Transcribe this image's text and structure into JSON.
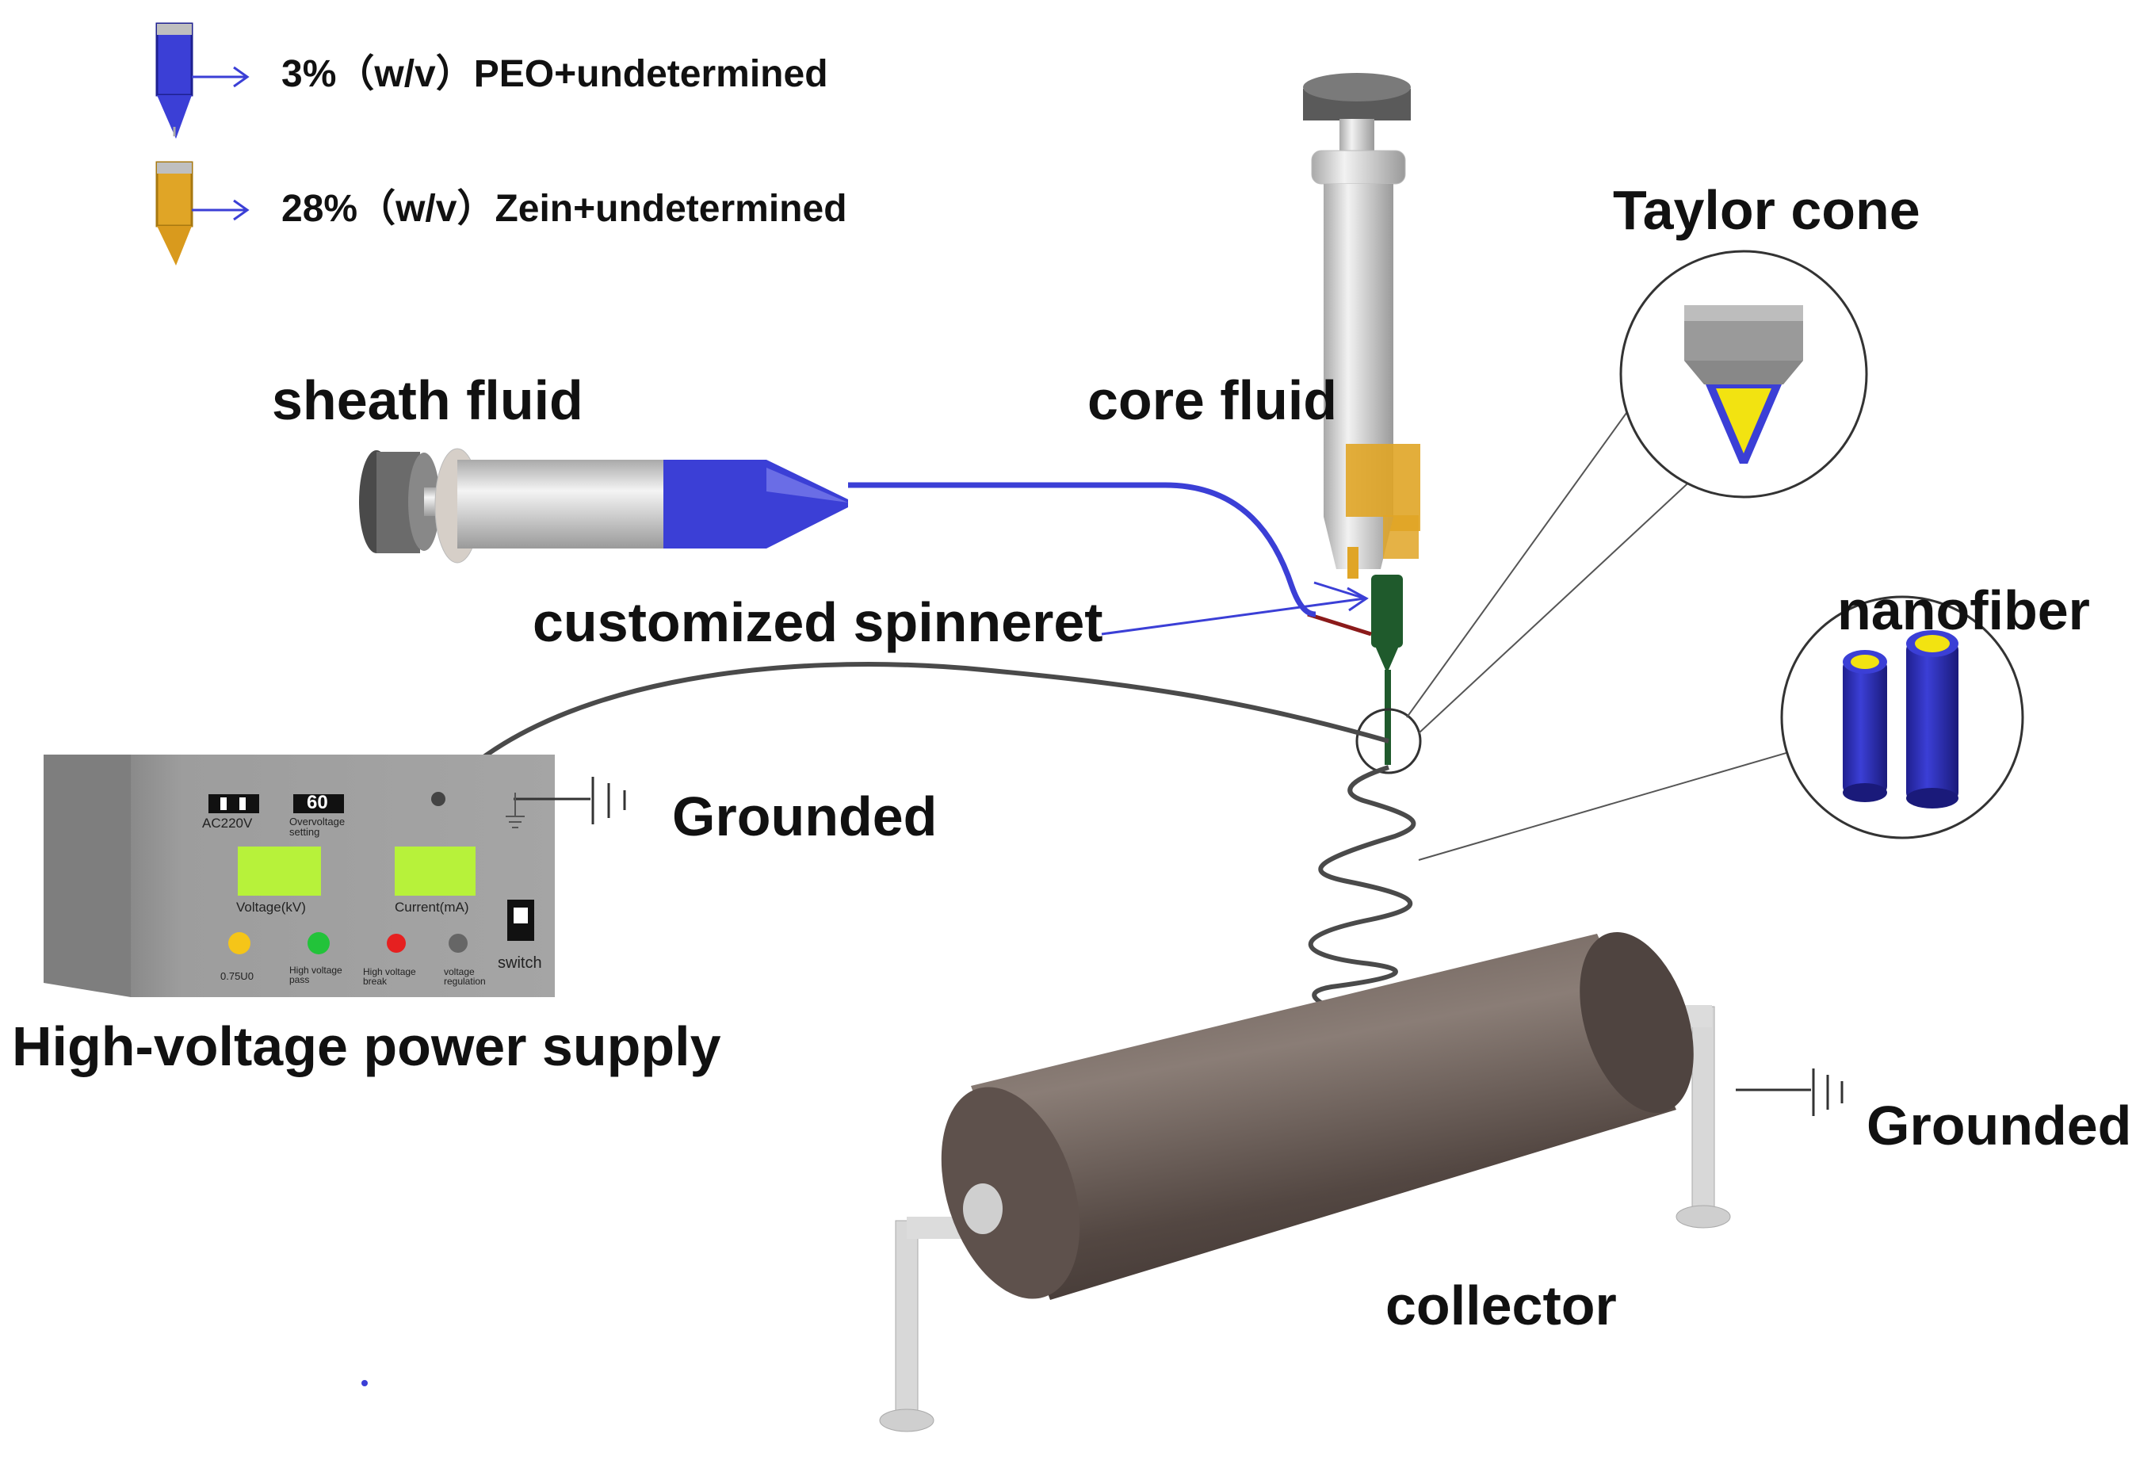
{
  "legend": {
    "items": [
      {
        "text": "3%（w/v）PEO+undetermined",
        "color": "#3b3fd6"
      },
      {
        "text": "28%（w/v）Zein+undetermined",
        "color": "#e0a526"
      }
    ]
  },
  "labels": {
    "sheath_fluid": "sheath fluid",
    "core_fluid": "core fluid",
    "taylor_cone": "Taylor cone",
    "customized_spinneret": "customized spinneret",
    "nanofiber": "nanofiber",
    "grounded_supply": "Grounded",
    "grounded_collector": "Grounded",
    "power_supply": "High-voltage power supply",
    "collector": "collector"
  },
  "power_supply_panel": {
    "ac_label": "AC220V",
    "overvoltage_value": "60",
    "overvoltage_label": "Overvoltage setting",
    "voltage_label": "Voltage(kV)",
    "current_label": "Current(mA)",
    "switch_label": "switch",
    "indicators": [
      {
        "label": "0.75U0",
        "color": "#f5c518"
      },
      {
        "label": "High voltage pass",
        "color": "#22c33a"
      },
      {
        "label": "High voltage break",
        "color": "#e62020"
      },
      {
        "label": "voltage regulation",
        "color": "#666666"
      }
    ],
    "display_color": "#b7f23a"
  },
  "colors": {
    "sheath": "#3b3fd6",
    "core": "#e0a526",
    "collector": "#5e514c",
    "spinneret": "#1f5a2c"
  }
}
